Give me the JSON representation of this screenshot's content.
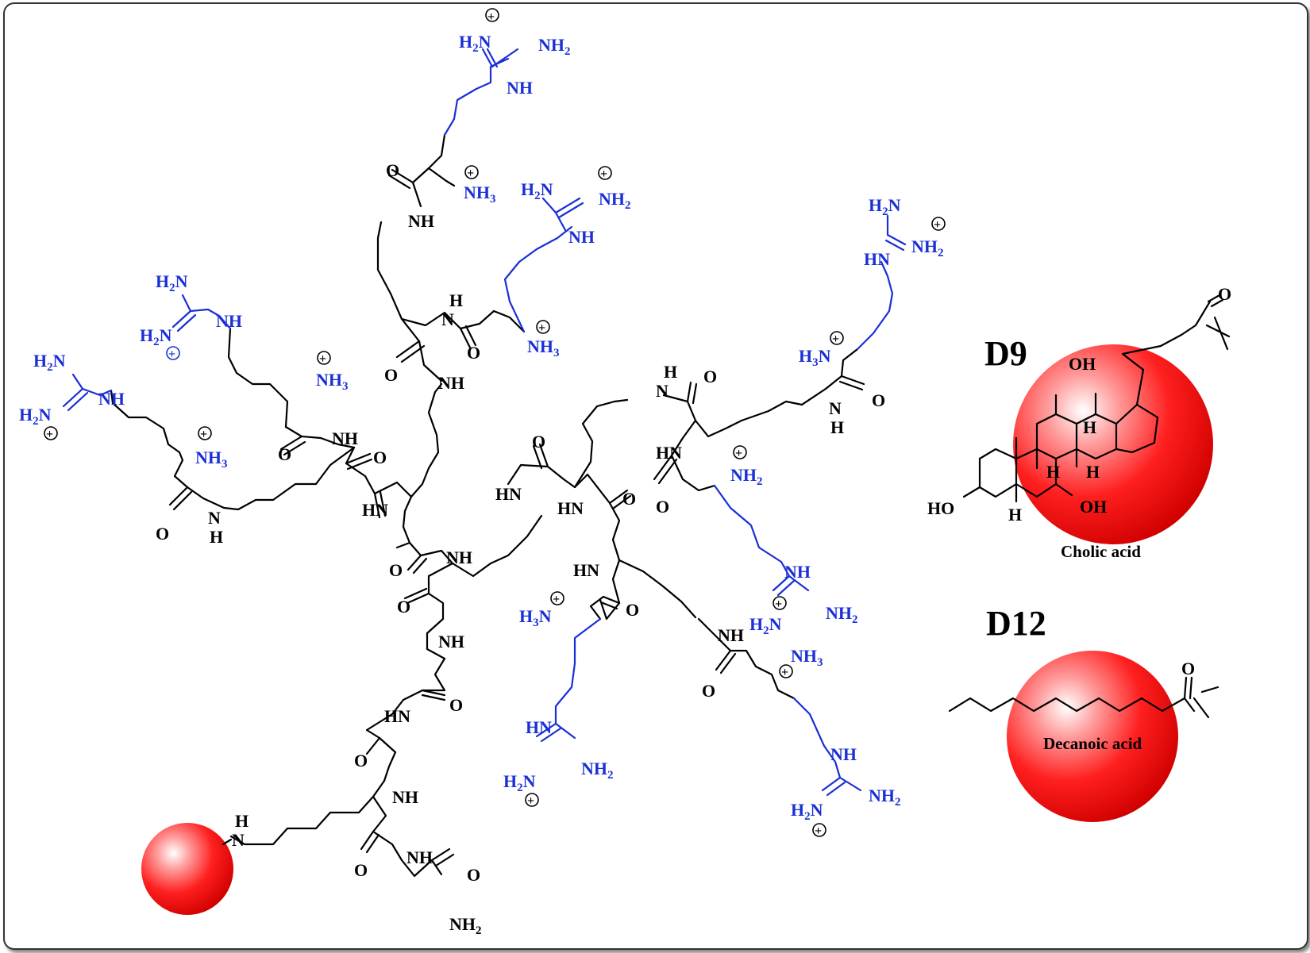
{
  "labels": {
    "d9": "D9",
    "d12": "D12",
    "cholic": "Cholic acid",
    "decanoic": "Decanoic acid"
  },
  "atoms": {
    "NH": "NH",
    "HN": "HN",
    "N": "N",
    "H": "H",
    "O": "O",
    "H2N": "H",
    "NH2": "NH",
    "NH3": "NH",
    "H3N": "H",
    "OH": "OH",
    "HO": "HO",
    "two": "2",
    "three": "3",
    "plus": "+"
  },
  "colors": {
    "bead_red": "#e8000a",
    "arginine_blue": "#1a2fd6",
    "bond_black": "#000000"
  }
}
